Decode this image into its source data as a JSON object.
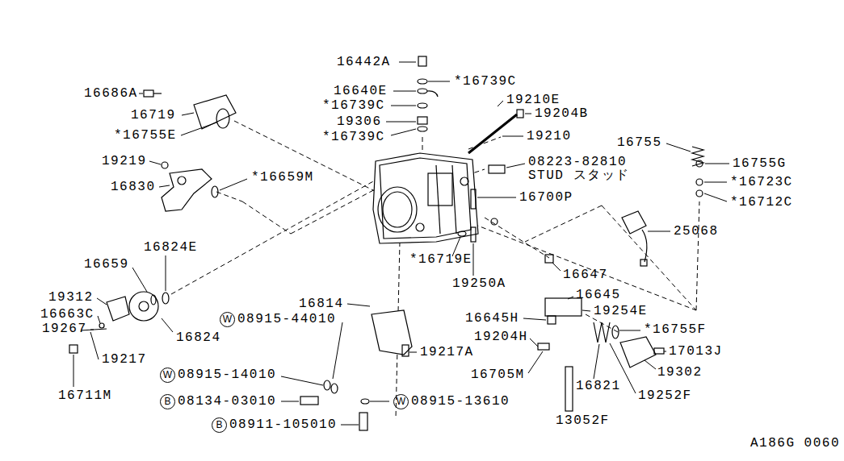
{
  "diagram": {
    "labels": [
      "16442A",
      "*16739C",
      "16686A",
      "16640E",
      "16719",
      "*16739C",
      "19210E",
      "19204B",
      "19306",
      "*16755E",
      "*16739C",
      "19210",
      "16755",
      "19219",
      "08223-82810",
      "STUD スタッド",
      "16755G",
      "*16659M",
      "16830",
      "*16723C",
      "16700P",
      "*16712C",
      "25068",
      "16824E",
      "*16719E",
      "16659",
      "16647",
      "19250A",
      "16645",
      "19312",
      "16814",
      "19254E",
      "16663C",
      "W",
      "08915-44010",
      "16645H",
      "19267",
      "*16755F",
      "19204H",
      "16824",
      "19217A",
      "17013J",
      "19217",
      "16705M",
      "W",
      "08915-14010",
      "19302",
      "16821",
      "16711M",
      "19252F",
      "B",
      "08134-03010",
      "W",
      "08915-13610",
      "B",
      "08911-105010",
      "13052F",
      "A186G 0060"
    ]
  }
}
